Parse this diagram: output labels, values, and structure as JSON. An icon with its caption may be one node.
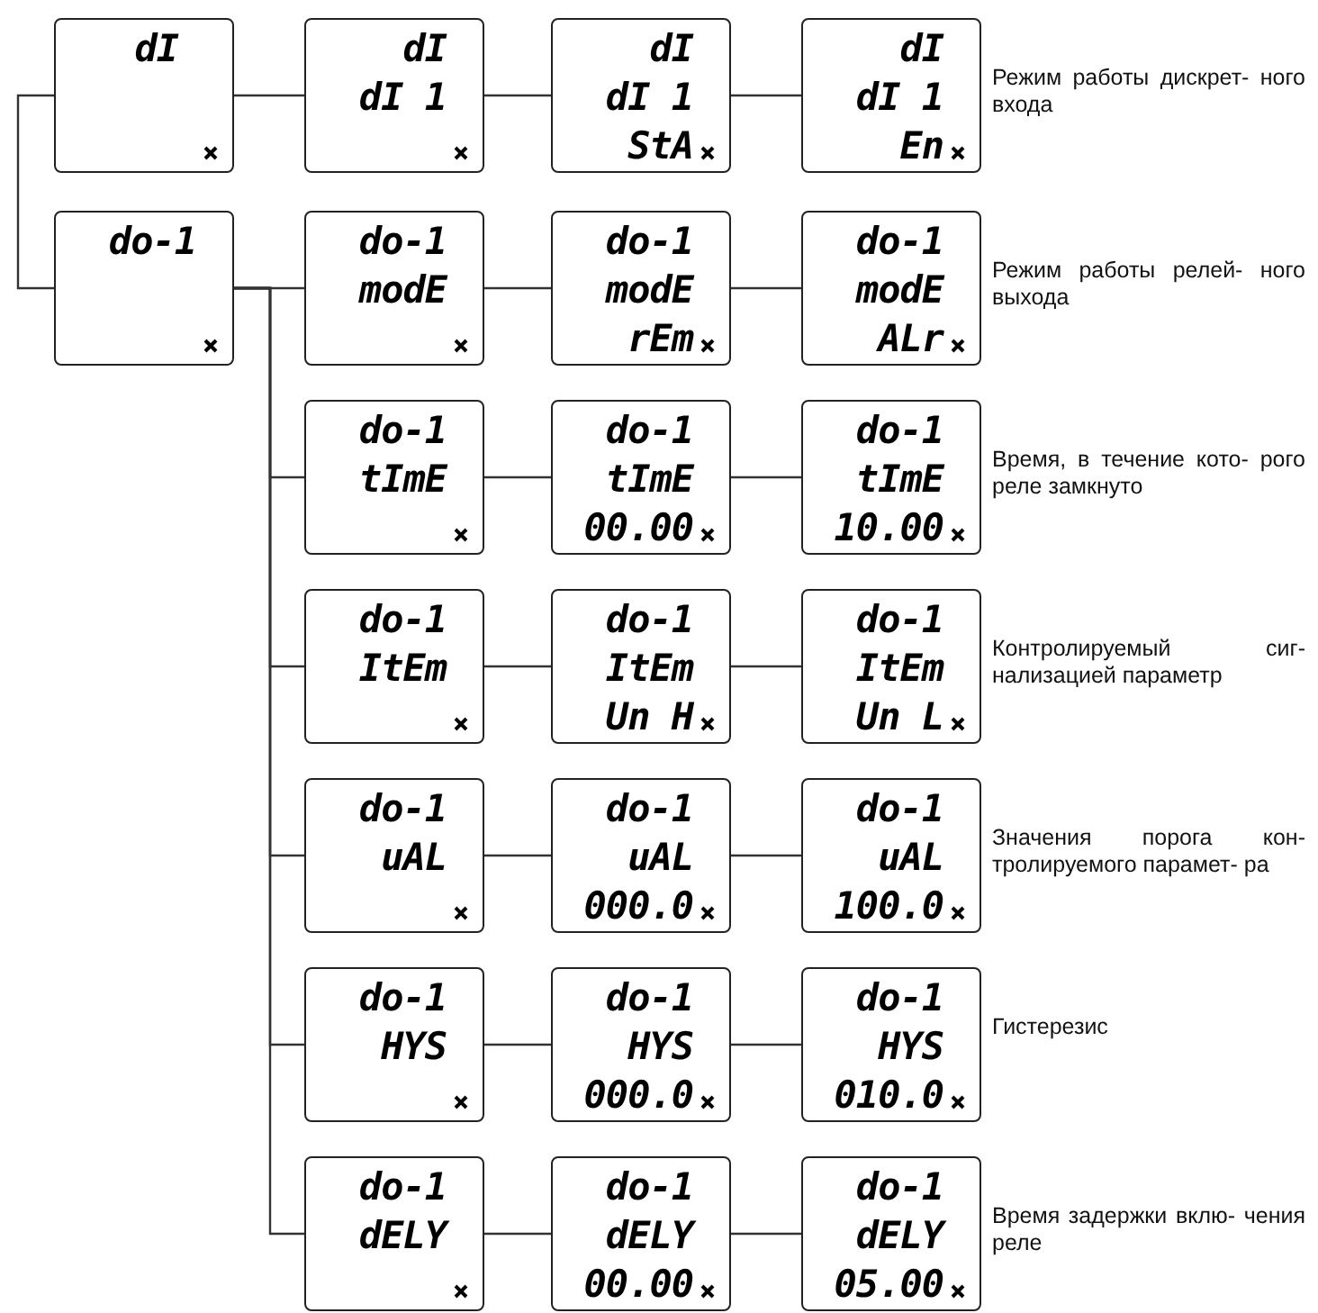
{
  "diagram": {
    "nodes": [
      {
        "text": [
          "dI"
        ]
      },
      {
        "text": [
          "dI",
          "dI 1"
        ]
      },
      {
        "text": [
          "dI",
          "dI 1",
          "StA"
        ]
      },
      {
        "text": [
          "dI",
          "dI 1",
          "En"
        ],
        "beside": [
          "Режим работы дискрет- ного входа"
        ]
      },
      {
        "text": [
          "do-1"
        ]
      },
      {
        "text": [
          "do-1",
          "modE"
        ]
      },
      {
        "text": [
          "do-1",
          "modE",
          "rEm"
        ]
      },
      {
        "text": [
          "do-1",
          "modE",
          "ALr"
        ],
        "beside": [
          "Режим работы релей- ного выхода"
        ]
      },
      {
        "text": [
          "do-1",
          "tImE"
        ]
      },
      {
        "text": [
          "do-1",
          "tImE",
          "00.00"
        ]
      },
      {
        "text": [
          "do-1",
          "tImE",
          "10.00"
        ],
        "beside": [
          "Время, в течение кото- рого реле замкнуто"
        ]
      },
      {
        "text": [
          "do-1",
          "ItEm"
        ]
      },
      {
        "text": [
          "do-1",
          "ItEm",
          "Un H"
        ]
      },
      {
        "text": [
          "do-1",
          "ItEm",
          "Un L"
        ],
        "beside": [
          "Контролируемый сиг- нализацией параметр"
        ]
      },
      {
        "text": [
          "do-1",
          "uAL"
        ]
      },
      {
        "text": [
          "do-1",
          "uAL",
          "000.0"
        ]
      },
      {
        "text": [
          "do-1",
          "uAL",
          "100.0"
        ],
        "beside": [
          "Значения порога кон- тролируемого парамет- ра"
        ]
      },
      {
        "text": [
          "do-1",
          "HYS"
        ]
      },
      {
        "text": [
          "do-1",
          "HYS",
          "000.0"
        ]
      },
      {
        "text": [
          "do-1",
          "HYS",
          "010.0"
        ],
        "beside": [
          "Гистерезис"
        ]
      },
      {
        "text": [
          "do-1",
          "dELY"
        ]
      },
      {
        "text": [
          "do-1",
          "dELY",
          "00.00"
        ]
      },
      {
        "text": [
          "do-1",
          "dELY",
          "05.00"
        ],
        "beside": [
          "Время задержки вклю- чения реле"
        ]
      }
    ],
    "edges": [
      {
        "from": 0,
        "to": 1,
        "arrow": "none"
      },
      {
        "from": 1,
        "to": 2,
        "arrow": "none"
      },
      {
        "from": 2,
        "to": 3,
        "arrow": "none"
      },
      {
        "from": 0,
        "to": 4,
        "arrow": "none"
      },
      {
        "from": 4,
        "to": 5,
        "arrow": "none"
      },
      {
        "from": 5,
        "to": 6,
        "arrow": "none"
      },
      {
        "from": 6,
        "to": 7,
        "arrow": "none"
      },
      {
        "from": 4,
        "to": 8,
        "arrow": "none"
      },
      {
        "from": 8,
        "to": 9,
        "arrow": "none"
      },
      {
        "from": 9,
        "to": 10,
        "arrow": "none"
      },
      {
        "from": 4,
        "to": 11,
        "arrow": "none"
      },
      {
        "from": 11,
        "to": 12,
        "arrow": "none"
      },
      {
        "from": 12,
        "to": 13,
        "arrow": "none"
      },
      {
        "from": 4,
        "to": 14,
        "arrow": "none"
      },
      {
        "from": 14,
        "to": 15,
        "arrow": "none"
      },
      {
        "from": 15,
        "to": 16,
        "arrow": "none"
      },
      {
        "from": 4,
        "to": 17,
        "arrow": "none"
      },
      {
        "from": 17,
        "to": 18,
        "arrow": "none"
      },
      {
        "from": 18,
        "to": 19,
        "arrow": "none"
      },
      {
        "from": 4,
        "to": 20,
        "arrow": "none"
      },
      {
        "from": 20,
        "to": 21,
        "arrow": "none"
      },
      {
        "from": 21,
        "to": 22,
        "arrow": "none"
      }
    ]
  }
}
